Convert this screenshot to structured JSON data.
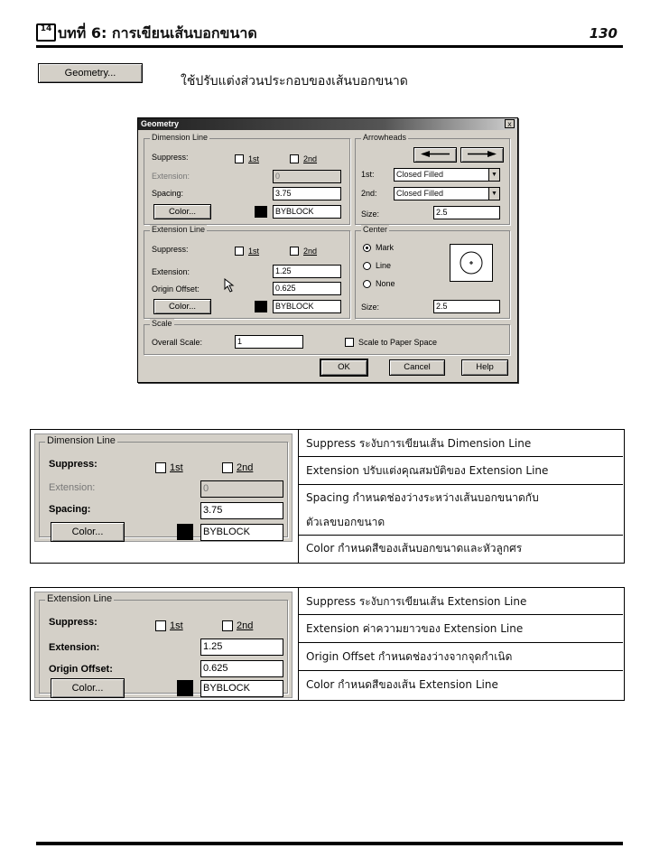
{
  "header": {
    "icon_text": "14",
    "title": "บทที่ 6: การเขียนเส้นบอกขนาด",
    "page_number": "130"
  },
  "intro": {
    "button_label": "Geometry...",
    "text": "ใช้ปรับแต่งส่วนประกอบของเส้นบอกขนาด"
  },
  "dialog": {
    "title": "Geometry",
    "close": "x",
    "dimension_line": {
      "title": "Dimension Line",
      "suppress": "Suppress:",
      "first": "1st",
      "second": "2nd",
      "extension_label": "Extension:",
      "extension_value": "0",
      "spacing_label": "Spacing:",
      "spacing_value": "3.75",
      "color_button": "Color...",
      "color_value": "BYBLOCK"
    },
    "extension_line": {
      "title": "Extension Line",
      "suppress": "Suppress:",
      "first": "1st",
      "second": "2nd",
      "extension_label": "Extension:",
      "extension_value": "1.25",
      "origin_label": "Origin Offset:",
      "origin_value": "0.625",
      "color_button": "Color...",
      "color_value": "BYBLOCK"
    },
    "arrowheads": {
      "title": "Arrowheads",
      "first_label": "1st:",
      "first_value": "Closed Filled",
      "second_label": "2nd:",
      "second_value": "Closed Filled",
      "size_label": "Size:",
      "size_value": "2.5"
    },
    "center": {
      "title": "Center",
      "mark": "Mark",
      "line": "Line",
      "none": "None",
      "selected": "Mark",
      "size_label": "Size:",
      "size_value": "2.5"
    },
    "scale": {
      "title": "Scale",
      "overall_label": "Overall Scale:",
      "overall_value": "1",
      "paper_space": "Scale to Paper Space"
    },
    "ok": "OK",
    "cancel": "Cancel",
    "help": "Help"
  },
  "table1": {
    "panel": {
      "title": "Dimension Line",
      "suppress": "Suppress:",
      "first": "1st",
      "second": "2nd",
      "extension_label": "Extension:",
      "extension_value": "0",
      "spacing_label": "Spacing:",
      "spacing_value": "3.75",
      "color_button": "Color...",
      "color_value": "BYBLOCK"
    },
    "rows": [
      "Suppress  ระงับการเขียนเส้น Dimension Line",
      "Extension  ปรับแต่งคุณสมบัติของ Extension Line",
      "Spacing  กำหนดช่องว่างระหว่างเส้นบอกขนาดกับ",
      "ตัวเลขบอกขนาด",
      "Color  กำหนดสีของเส้นบอกขนาดและหัวลูกศร"
    ]
  },
  "table2": {
    "panel": {
      "title": "Extension Line",
      "suppress": "Suppress:",
      "first": "1st",
      "second": "2nd",
      "extension_label": "Extension:",
      "extension_value": "1.25",
      "origin_label": "Origin Offset:",
      "origin_value": "0.625",
      "color_button": "Color...",
      "color_value": "BYBLOCK"
    },
    "rows": [
      "Suppress  ระงับการเขียนเส้น Extension Line",
      "Extension  ค่าความยาวของ Extension Line",
      "Origin Offset  กำหนดช่องว่างจากจุดกำเนิด",
      "Color  กำหนดสีของเส้น Extension Line"
    ]
  },
  "colors": {
    "dialog_bg": "#d4d0c8",
    "swatch": "#000000"
  }
}
